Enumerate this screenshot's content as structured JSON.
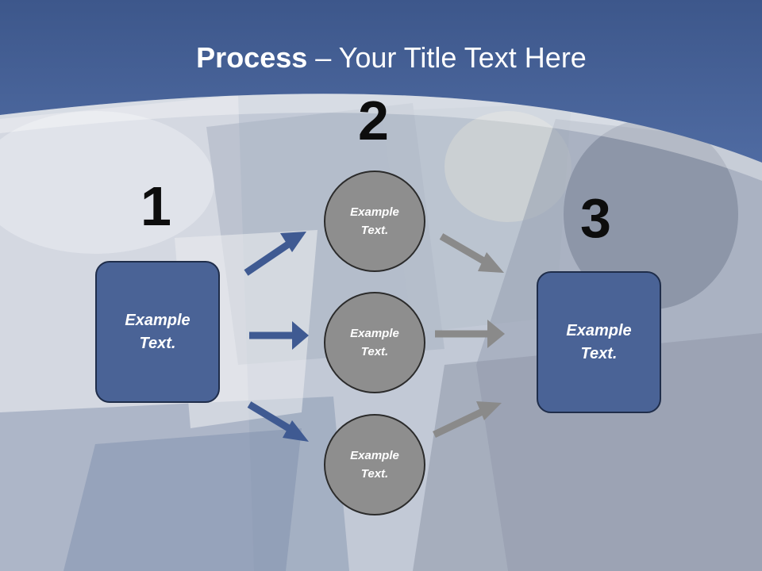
{
  "title": {
    "bold": "Process",
    "rest": " – Your Title Text Here"
  },
  "steps": {
    "n1": "1",
    "n2": "2",
    "n3": "3"
  },
  "left_box": {
    "text": "Example Text."
  },
  "right_box": {
    "text": "Example Text."
  },
  "circles": [
    {
      "text": "Example Text."
    },
    {
      "text": "Example Text."
    },
    {
      "text": "Example Text."
    }
  ],
  "colors": {
    "header": "#46629a",
    "box_fill": "#4a6396",
    "circle_fill": "#8e8e8e",
    "blue_arrow": "#3f5a92",
    "gray_arrow": "#8a8a8a"
  }
}
